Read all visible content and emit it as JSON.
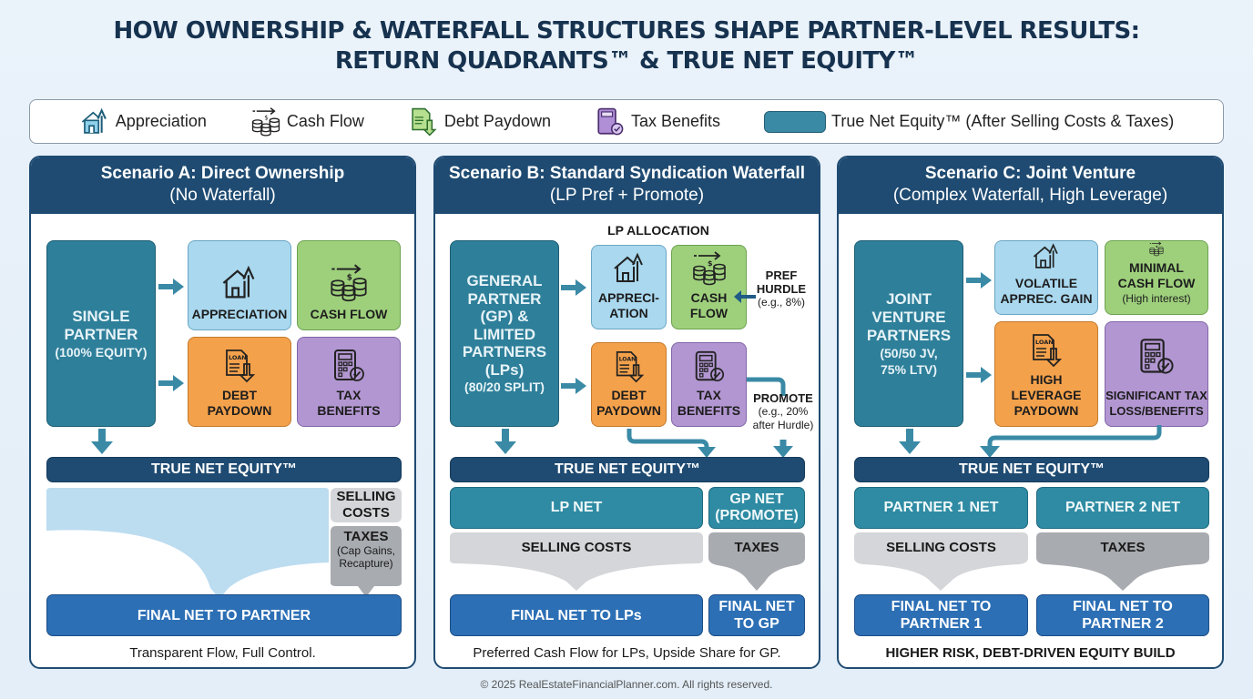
{
  "title": {
    "line1": "HOW OWNERSHIP & WATERFALL STRUCTURES SHAPE PARTNER-LEVEL RESULTS:",
    "line2": "RETURN QUADRANTS™ & TRUE NET EQUITY™"
  },
  "legend": [
    {
      "icon": "house-growth-icon",
      "label": "Appreciation"
    },
    {
      "icon": "coins-arrow-icon",
      "label": "Cash Flow"
    },
    {
      "icon": "loan-document-icon",
      "label": "Debt Paydown"
    },
    {
      "icon": "calculator-check-icon",
      "label": "Tax Benefits"
    },
    {
      "icon": "swatch",
      "label": "True Net Equity™ (After Selling Costs & Taxes)",
      "color": "#3a8aa6"
    }
  ],
  "colors": {
    "header": "#1f4b72",
    "partner": "#2e7f9a",
    "appreciation": "#a9d8ef",
    "cash_flow": "#9ed07c",
    "debt_paydown": "#f4a14b",
    "tax_benefits": "#b296d1",
    "final": "#2c6fb5"
  },
  "scenarios": {
    "a": {
      "title": "Scenario A: Direct Ownership",
      "subtitle": "(No Waterfall)",
      "partner": {
        "line1": "SINGLE",
        "line2": "PARTNER",
        "line3": "(100% EQUITY)"
      },
      "quadrants": {
        "appreciation": "APPRECIATION",
        "cash_flow": "CASH FLOW",
        "debt_l1": "DEBT",
        "debt_l2": "PAYDOWN",
        "tax_l1": "TAX",
        "tax_l2": "BENEFITS"
      },
      "tne": "TRUE NET EQUITY™",
      "selling_l1": "SELLING",
      "selling_l2": "COSTS",
      "taxes": "TAXES",
      "taxes_sub1": "(Cap Gains,",
      "taxes_sub2": "Recapture)",
      "final": "FINAL NET TO PARTNER",
      "caption": "Transparent Flow, Full Control."
    },
    "b": {
      "title": "Scenario B: Standard Syndication Waterfall",
      "subtitle": "(LP Pref + Promote)",
      "allocation_label": "LP ALLOCATION",
      "partner": {
        "l1": "GENERAL",
        "l2": "PARTNER",
        "l3": "(GP) &",
        "l4": "LIMITED",
        "l5": "PARTNERS",
        "l6": "(LPs)",
        "l7": "(80/20 SPLIT)"
      },
      "quadrants": {
        "app_l1": "APPRECI-",
        "app_l2": "ATION",
        "cash_l1": "CASH",
        "cash_l2": "FLOW",
        "debt_l1": "DEBT",
        "debt_l2": "PAYDOWN",
        "tax_l1": "TAX",
        "tax_l2": "BENEFITS"
      },
      "pref": {
        "l1": "PREF",
        "l2": "HURDLE",
        "l3": "(e.g., 8%)"
      },
      "promote": {
        "l1": "PROMOTE",
        "l2": "(e.g., 20%",
        "l3": "after Hurdle)"
      },
      "tne": "TRUE NET EQUITY™",
      "lp_net": "LP NET",
      "gp_net_l1": "GP NET",
      "gp_net_l2": "(PROMOTE)",
      "selling": "SELLING COSTS",
      "taxes": "TAXES",
      "final_lp": "FINAL NET TO LPs",
      "final_gp_l1": "FINAL NET",
      "final_gp_l2": "TO GP",
      "caption": "Preferred Cash Flow for LPs, Upside Share for GP."
    },
    "c": {
      "title": "Scenario C: Joint Venture",
      "subtitle": "(Complex Waterfall, High Leverage)",
      "partner": {
        "l1": "JOINT",
        "l2": "VENTURE",
        "l3": "PARTNERS",
        "l4": "(50/50 JV,",
        "l5": "75% LTV)"
      },
      "quadrants": {
        "app_l1": "VOLATILE",
        "app_l2": "APPREC. GAIN",
        "cash_l1": "MINIMAL",
        "cash_l2": "CASH FLOW",
        "cash_l3": "(High interest)",
        "debt_l1": "HIGH",
        "debt_l2": "LEVERAGE",
        "debt_l3": "PAYDOWN",
        "tax_l1": "SIGNIFICANT TAX",
        "tax_l2": "LOSS/BENEFITS"
      },
      "tne": "TRUE NET EQUITY™",
      "p1_net": "PARTNER 1 NET",
      "p2_net": "PARTNER 2 NET",
      "selling": "SELLING COSTS",
      "taxes": "TAXES",
      "final_p1_l1": "FINAL NET TO",
      "final_p1_l2": "PARTNER 1",
      "final_p2_l1": "FINAL NET TO",
      "final_p2_l2": "PARTNER 2",
      "caption": "HIGHER RISK, DEBT-DRIVEN EQUITY BUILD"
    }
  },
  "footer": "© 2025 RealEstateFinancialPlanner.com. All rights reserved."
}
